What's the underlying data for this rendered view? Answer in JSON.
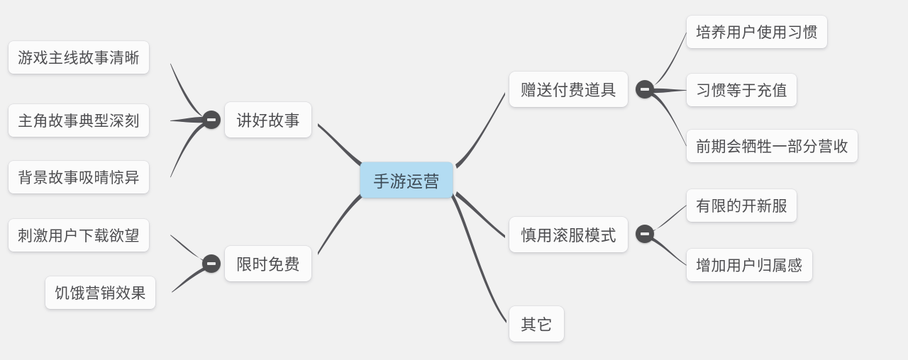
{
  "diagram": {
    "type": "mind-map",
    "background_color": "#f1f1f1",
    "root_color": "#b3dcf2",
    "node_color": "#fbfbfb",
    "edge_color": "#55555a",
    "toggle_color": "#4e4e50",
    "text_color": "#4c4c4f"
  },
  "root": {
    "label": "手游运营"
  },
  "branches": [
    {
      "label": "讲好故事",
      "side": "left",
      "toggle": "collapse-toggle",
      "children": [
        {
          "label": "游戏主线故事清晰"
        },
        {
          "label": "主角故事典型深刻"
        },
        {
          "label": "背景故事吸晴惊异"
        }
      ]
    },
    {
      "label": "限时免费",
      "side": "left",
      "toggle": "collapse-toggle",
      "children": [
        {
          "label": "刺激用户下载欲望"
        },
        {
          "label": "饥饿营销效果"
        }
      ]
    },
    {
      "label": "赠送付费道具",
      "side": "right",
      "toggle": "collapse-toggle",
      "children": [
        {
          "label": "培养用户使用习惯"
        },
        {
          "label": "习惯等于充值"
        },
        {
          "label": "前期会牺牲一部分营收"
        }
      ]
    },
    {
      "label": "慎用滚服模式",
      "side": "right",
      "toggle": "collapse-toggle",
      "children": [
        {
          "label": "有限的开新服"
        },
        {
          "label": "增加用户归属感"
        }
      ]
    },
    {
      "label": "其它",
      "side": "right",
      "toggle": null,
      "children": []
    }
  ]
}
